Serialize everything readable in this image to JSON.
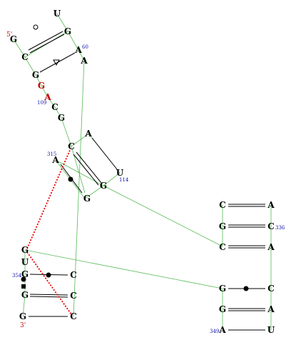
{
  "colors": {
    "nucleotide": "#000000",
    "highlight": "#cc0000",
    "backbone": "#55bb55",
    "pair_line": "#000000",
    "pseudoknot": "#ee0000",
    "number": "#1111aa"
  },
  "nucleotides": [
    {
      "id": "n01",
      "label": "U"
    },
    {
      "id": "n02",
      "label": "G"
    },
    {
      "id": "n03",
      "label": "G"
    },
    {
      "id": "n04",
      "label": "A"
    },
    {
      "id": "n05",
      "label": "C"
    },
    {
      "id": "n06",
      "label": "A"
    },
    {
      "id": "n07",
      "label": "G"
    },
    {
      "id": "n08",
      "label": "G"
    },
    {
      "id": "n09",
      "label": "A"
    },
    {
      "id": "n10",
      "label": "C"
    },
    {
      "id": "n11",
      "label": "G"
    },
    {
      "id": "n12",
      "label": "A"
    },
    {
      "id": "n13",
      "label": "C"
    },
    {
      "id": "n14",
      "label": "A"
    },
    {
      "id": "n15",
      "label": "U"
    },
    {
      "id": "n16",
      "label": "G"
    },
    {
      "id": "n17",
      "label": "G"
    },
    {
      "id": "n18",
      "label": "C"
    },
    {
      "id": "n19",
      "label": "A"
    },
    {
      "id": "n20",
      "label": "G"
    },
    {
      "id": "n21",
      "label": "C"
    },
    {
      "id": "n22",
      "label": "C"
    },
    {
      "id": "n23",
      "label": "A"
    },
    {
      "id": "n24",
      "label": "G"
    },
    {
      "id": "n25",
      "label": "U"
    },
    {
      "id": "n26",
      "label": "G"
    },
    {
      "id": "n27",
      "label": "C"
    },
    {
      "id": "n28",
      "label": "G"
    },
    {
      "id": "n29",
      "label": "C"
    },
    {
      "id": "n30",
      "label": "G"
    },
    {
      "id": "n31",
      "label": "C"
    },
    {
      "id": "n32",
      "label": "G"
    },
    {
      "id": "n33",
      "label": "A"
    },
    {
      "id": "n34",
      "label": "G"
    },
    {
      "id": "n35",
      "label": "C"
    },
    {
      "id": "n36",
      "label": "A"
    },
    {
      "id": "n37",
      "label": "U"
    }
  ],
  "numbers": [
    {
      "id": "lbl60",
      "text": "60"
    },
    {
      "id": "lbl109",
      "text": "109"
    },
    {
      "id": "lbl315",
      "text": "315"
    },
    {
      "id": "lbl114",
      "text": "114"
    },
    {
      "id": "lbl336",
      "text": "336"
    },
    {
      "id": "lbl354",
      "text": "354"
    },
    {
      "id": "lbl349",
      "text": "349"
    }
  ],
  "ends": {
    "five_prime": "5'",
    "three_prime": "3'"
  }
}
